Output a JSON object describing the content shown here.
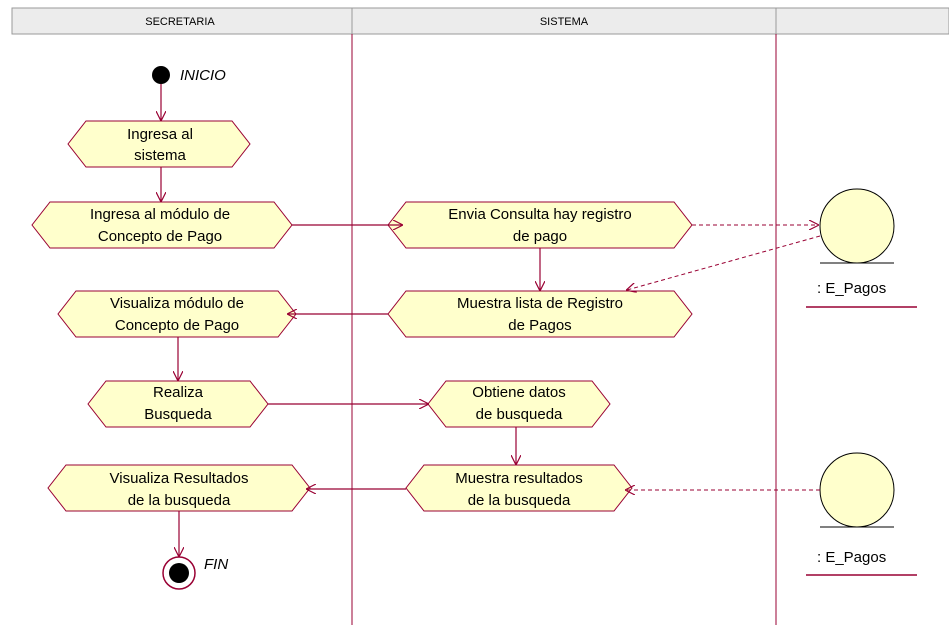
{
  "lanes": [
    "SECRETARIA",
    "SISTEMA",
    ""
  ],
  "start_label": "INICIO",
  "end_label": "FIN",
  "activities": [
    {
      "id": "a1",
      "lines": [
        "Ingresa al",
        "sistema"
      ]
    },
    {
      "id": "a2",
      "lines": [
        "Ingresa al módulo  de",
        "Concepto de Pago"
      ]
    },
    {
      "id": "a3",
      "lines": [
        "Envia Consulta hay registro",
        "de pago"
      ]
    },
    {
      "id": "a4",
      "lines": [
        "Muestra lista de Registro",
        "de Pagos"
      ]
    },
    {
      "id": "a5",
      "lines": [
        "Visualiza módulo de",
        "Concepto de Pago"
      ]
    },
    {
      "id": "a6",
      "lines": [
        "Realiza",
        "Busqueda"
      ]
    },
    {
      "id": "a7",
      "lines": [
        "Obtiene datos",
        "de busqueda"
      ]
    },
    {
      "id": "a8",
      "lines": [
        "Muestra resultados",
        "de la busqueda"
      ]
    },
    {
      "id": "a9",
      "lines": [
        "Visualiza Resultados",
        "de la busqueda"
      ]
    }
  ],
  "entities": [
    {
      "id": "e1",
      "label": ": E_Pagos"
    },
    {
      "id": "e2",
      "label": ": E_Pagos"
    }
  ],
  "colors": {
    "activity_fill": "#ffffcc",
    "line": "#990033",
    "node": "#000000"
  }
}
